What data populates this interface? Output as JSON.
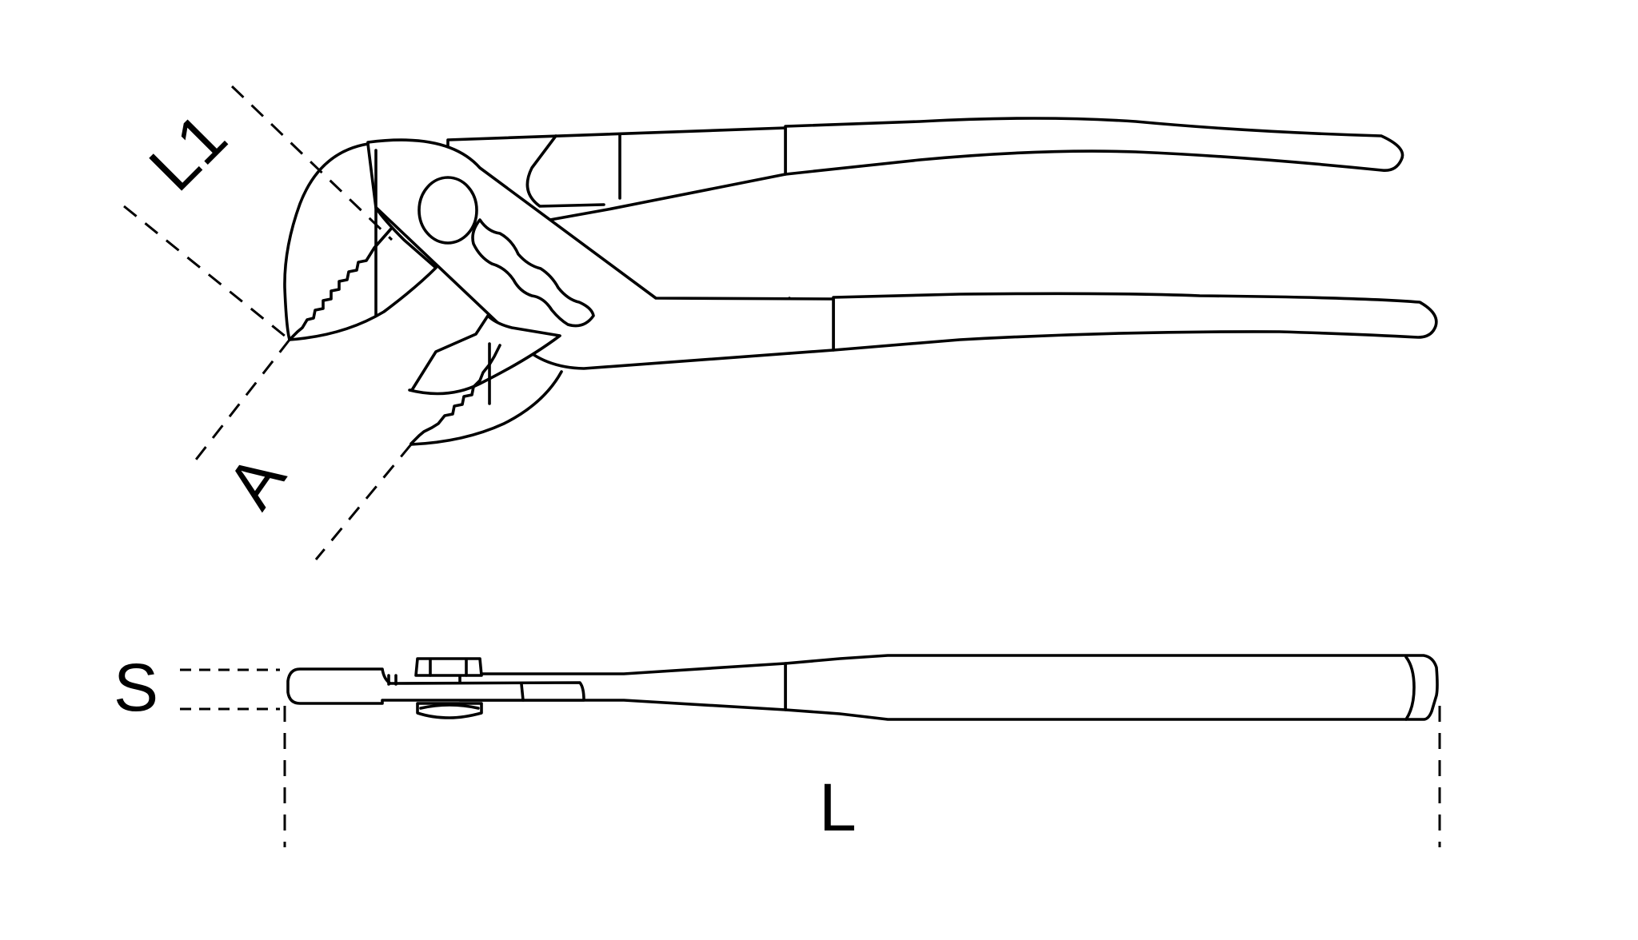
{
  "figure": {
    "subject": "Water pump pliers technical drawing",
    "views": [
      "front view (jaws open)",
      "side profile view"
    ],
    "line_color": "#000000",
    "background_color": "#ffffff"
  },
  "dimensions": {
    "l1": {
      "label": "L1",
      "meaning": "jaw length"
    },
    "a": {
      "label": "A",
      "meaning": "jaw opening"
    },
    "s": {
      "label": "S",
      "meaning": "head thickness"
    },
    "l": {
      "label": "L",
      "meaning": "overall length"
    }
  }
}
